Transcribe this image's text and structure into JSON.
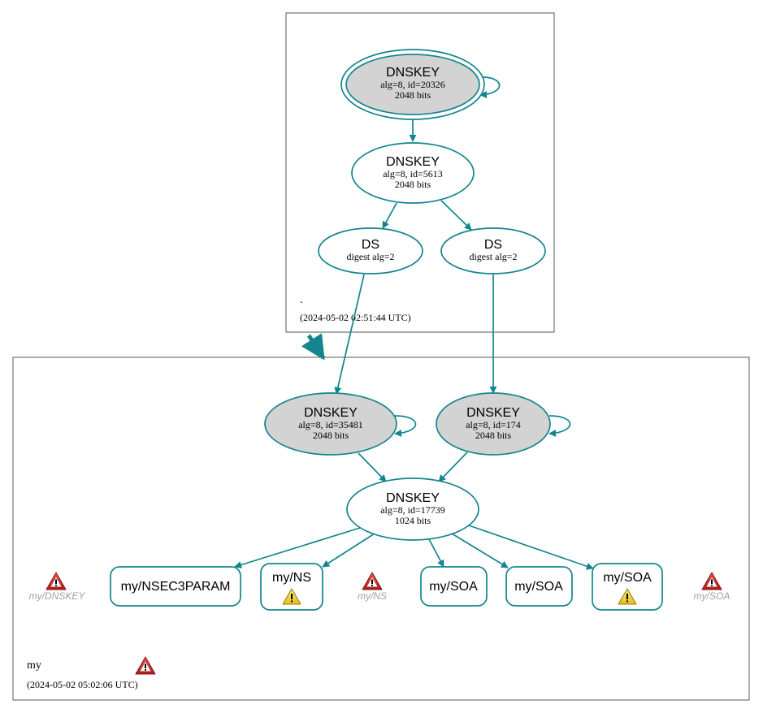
{
  "zones": {
    "root": {
      "label": ".",
      "timestamp": "(2024-05-02 02:51:44 UTC)"
    },
    "my": {
      "label": "my",
      "timestamp": "(2024-05-02 05:02:06 UTC)"
    }
  },
  "nodes": {
    "root_ksk": {
      "type": "DNSKEY",
      "detail": "alg=8, id=20326",
      "size": "2048 bits"
    },
    "root_zsk": {
      "type": "DNSKEY",
      "detail": "alg=8, id=5613",
      "size": "2048 bits"
    },
    "ds_a": {
      "type": "DS",
      "detail": "digest alg=2"
    },
    "ds_b": {
      "type": "DS",
      "detail": "digest alg=2"
    },
    "my_ksk_a": {
      "type": "DNSKEY",
      "detail": "alg=8, id=35481",
      "size": "2048 bits"
    },
    "my_ksk_b": {
      "type": "DNSKEY",
      "detail": "alg=8, id=174",
      "size": "2048 bits"
    },
    "my_zsk": {
      "type": "DNSKEY",
      "detail": "alg=8, id=17739",
      "size": "1024 bits"
    },
    "rr_nsec3param": {
      "label": "my/NSEC3PARAM"
    },
    "rr_ns": {
      "label": "my/NS",
      "warning": true
    },
    "rr_soa1": {
      "label": "my/SOA"
    },
    "rr_soa2": {
      "label": "my/SOA"
    },
    "rr_soa3": {
      "label": "my/SOA",
      "warning": true
    }
  },
  "error_items": {
    "dnskey": {
      "label": "my/DNSKEY"
    },
    "ns": {
      "label": "my/NS"
    },
    "soa": {
      "label": "my/SOA"
    }
  },
  "colors": {
    "edge": "#12858f",
    "key_fill_signing": "#d3d3d3",
    "error_icon": "#cc2a2a",
    "warning_icon": "#f2d43a",
    "ghost_text": "#a0a0a0"
  }
}
